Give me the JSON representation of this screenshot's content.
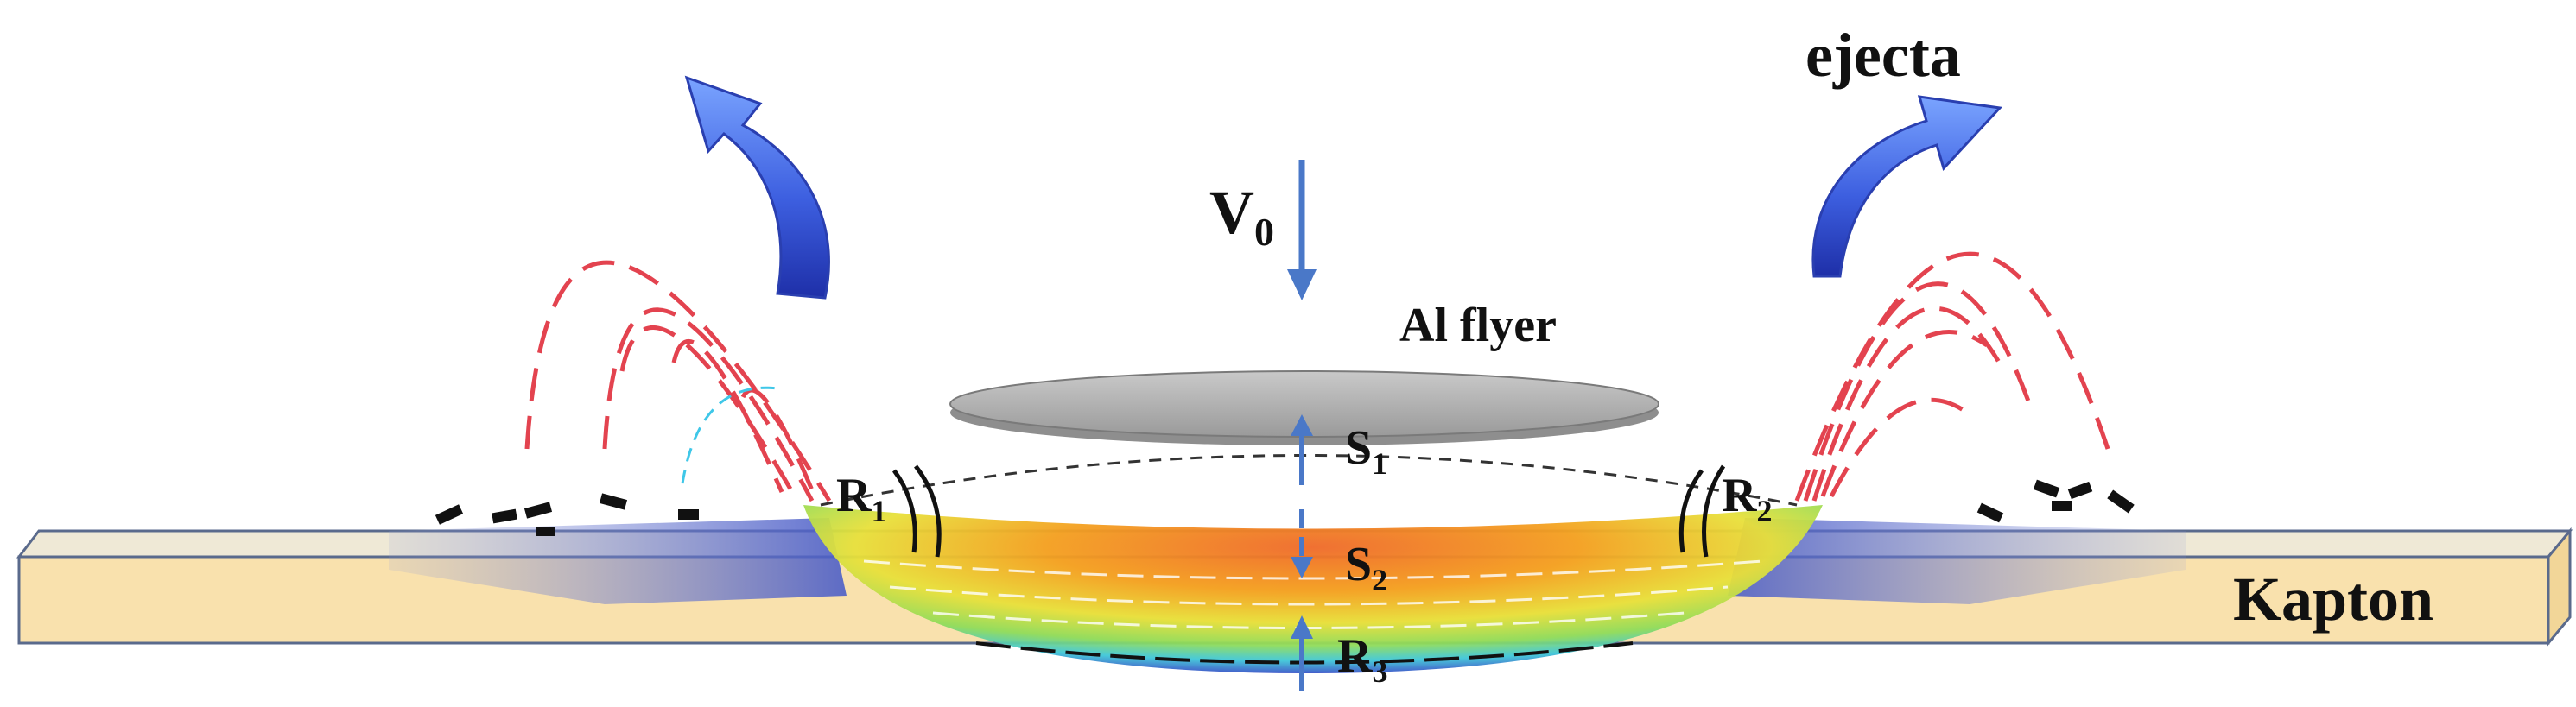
{
  "labels": {
    "ejecta": "ejecta",
    "v0": "V",
    "v0_sub": "0",
    "flyer": "Al flyer",
    "s1": "S",
    "s1_sub": "1",
    "s2": "S",
    "s2_sub": "2",
    "r1": "R",
    "r1_sub": "1",
    "r2": "R",
    "r2_sub": "2",
    "r3": "R",
    "r3_sub": "3",
    "kapton": "Kapton"
  },
  "colors": {
    "kapton_fill": "#f9e1ad",
    "kapton_top": "#ede6cf",
    "kapton_edge": "#5a6a8c",
    "flyer_fill": "#b8b8b8",
    "flyer_edge": "#7a7a7a",
    "arrow_blue": "#4a78c8",
    "ejecta_dash": "#e3434f",
    "ejecta_arrow": "#4a6fe0",
    "debris": "#111111"
  },
  "icons": {
    "ejecta_arrow_left": "curved-arrow-icon",
    "ejecta_arrow_right": "curved-arrow-icon",
    "velocity_arrow": "arrow-down-icon"
  }
}
